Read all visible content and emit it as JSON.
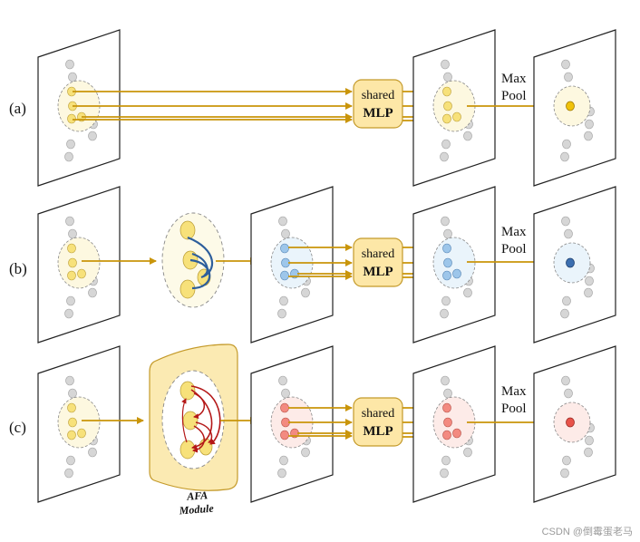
{
  "rows": [
    {
      "label": "(a)",
      "mlp_top": "shared",
      "mlp_bottom": "MLP",
      "pool_top": "Max",
      "pool_bottom": "Pool"
    },
    {
      "label": "(b)",
      "mlp_top": "shared",
      "mlp_bottom": "MLP",
      "pool_top": "Max",
      "pool_bottom": "Pool"
    },
    {
      "label": "(c)",
      "mlp_top": "shared",
      "mlp_bottom": "MLP",
      "pool_top": "Max",
      "pool_bottom": "Pool"
    }
  ],
  "afa_module": {
    "line1": "AFA",
    "line2": "Module"
  },
  "watermark": "CSDN @倒霉蛋老马",
  "colors": {
    "arrow": "#c9950a",
    "yellow_fill": "#f7e17a",
    "yellow_region": "#fdf8e0",
    "blue_fill": "#9dc6ea",
    "blue_region": "#eaf4fb",
    "dark_blue": "#2d5e9c",
    "red_fill": "#f38a80",
    "red_region": "#fdebe8",
    "dark_red": "#b41818",
    "mlp_fill": "#fde7a7",
    "afa_fill": "#fbeab2"
  }
}
